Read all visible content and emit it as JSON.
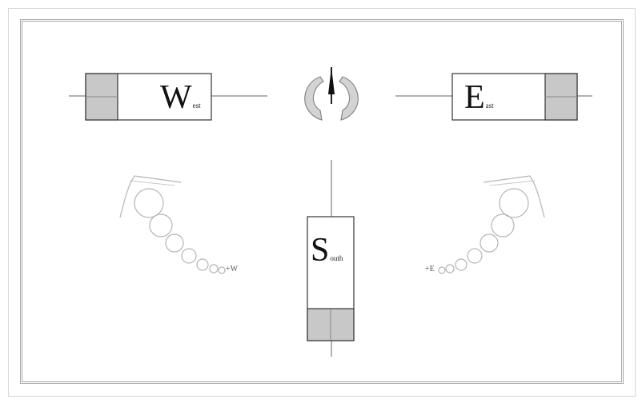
{
  "labels": {
    "west": {
      "letter": "W",
      "suffix": "est"
    },
    "east": {
      "letter": "E",
      "suffix": "ast"
    },
    "south": {
      "letter": "S",
      "suffix": "outh"
    }
  },
  "signs": {
    "west_plus": "+W",
    "east_plus": "+E"
  },
  "colors": {
    "frame": "#a9a9a9",
    "fill_shade": "#c8c8c8",
    "line": "#888888",
    "circle": "#b0b0b0"
  }
}
